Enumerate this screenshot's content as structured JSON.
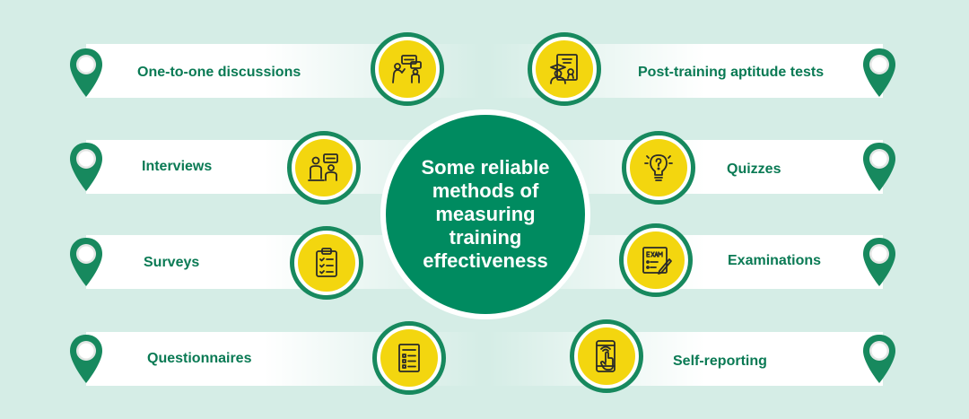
{
  "hub": {
    "title": "Some reliable methods of measuring training effectiveness"
  },
  "methods_left": [
    {
      "label": "One-to-one  discussions",
      "icon": "discussion-icon"
    },
    {
      "label": "Interviews",
      "icon": "interview-icon"
    },
    {
      "label": "Surveys",
      "icon": "clipboard-survey-icon"
    },
    {
      "label": "Questionnaires",
      "icon": "questionnaire-form-icon"
    }
  ],
  "methods_right": [
    {
      "label": "Post-training aptitude tests",
      "icon": "graduate-certificate-icon"
    },
    {
      "label": "Quizzes",
      "icon": "lightbulb-question-icon"
    },
    {
      "label": "Examinations",
      "icon": "exam-paper-icon"
    },
    {
      "label": "Self-reporting",
      "icon": "phone-tap-icon"
    }
  ],
  "colors": {
    "background": "#d5ede6",
    "primary_green": "#008b60",
    "label_green": "#0a7a54",
    "icon_yellow": "#f3d60f",
    "ring_green": "#17895e"
  }
}
